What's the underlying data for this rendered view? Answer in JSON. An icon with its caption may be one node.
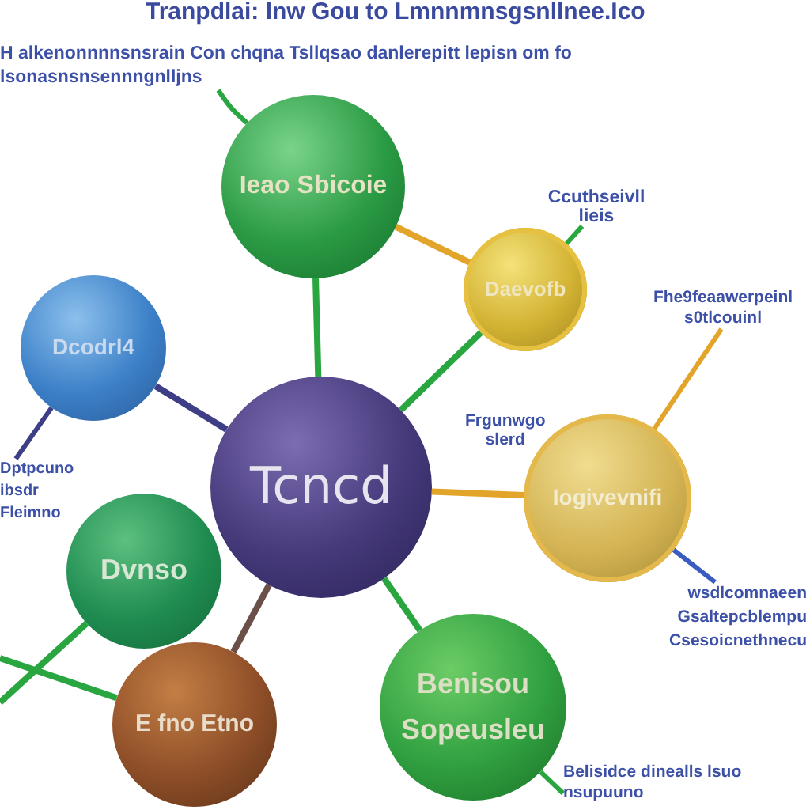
{
  "diagram": {
    "title": "Tranpdlai: lnw Gou to Lmnnmnsgsnllnee.Ico",
    "nodes": [
      {
        "text": [
          "H alkenonnnnsnsrain Con chqna Tsllqsao danlerepitt lepisn om fo lsonasnsnsennngnlljns"
        ]
      },
      {
        "text": [
          "Ieao Sbicoie"
        ]
      },
      {
        "text": [
          "Ccuthseivll lieis"
        ]
      },
      {
        "text": [
          "Daevofb"
        ]
      },
      {
        "text": [
          "Fhe9feaawerpeinl s0tlcouinl"
        ]
      },
      {
        "text": [
          "Dcodrl4"
        ]
      },
      {
        "text": [
          "Tcncd"
        ]
      },
      {
        "text": [
          "Dptpcuno ibsdr Fleimno"
        ]
      },
      {
        "text": [
          "Iogivevnifi"
        ]
      },
      {
        "text": [
          "Dvnso"
        ]
      },
      {
        "text": [
          "wsdlcomnaeen Gsaltepcblempu Csesoicnethnecu"
        ]
      },
      {
        "text": [
          "Benisou Sopeusleu"
        ]
      },
      {
        "text": [
          "E fno Etno"
        ]
      },
      {
        "text": [
          "Belisidce dinealls lsuo nsupuuno"
        ]
      }
    ],
    "edges": [
      {
        "from": 6,
        "to": 1,
        "arrow": "none"
      },
      {
        "from": 6,
        "to": 5,
        "arrow": "none",
        "color": "#3e3e86"
      },
      {
        "from": 6,
        "to": 3,
        "arrow": "none"
      },
      {
        "from": 6,
        "to": 8,
        "arrow": "none",
        "color": "#e2a52a"
      },
      {
        "from": 6,
        "to": 12,
        "arrow": "none",
        "color": "#6a5048"
      },
      {
        "from": 6,
        "to": 11,
        "arrow": "none"
      },
      {
        "from": 1,
        "to": 3,
        "arrow": "none",
        "color": "#e2a52a"
      },
      {
        "from": 9,
        "to": null,
        "arrow": "none"
      },
      {
        "from": null,
        "to": 12,
        "arrow": "none"
      },
      {
        "from": 0,
        "to": 1,
        "arrow": "none"
      },
      {
        "from": 2,
        "to": 3,
        "arrow": "none"
      },
      {
        "from": 4,
        "to": 8,
        "arrow": "none",
        "color": "#e2a52a"
      },
      {
        "from": 7,
        "to": 5,
        "arrow": "none",
        "color": "#3e3e86"
      },
      {
        "from": 10,
        "to": 8,
        "arrow": "none",
        "color": "#3a5cc0"
      },
      {
        "from": 13,
        "to": 11,
        "arrow": "none"
      }
    ],
    "labels": [
      "Frgunwgo slerd"
    ]
  }
}
